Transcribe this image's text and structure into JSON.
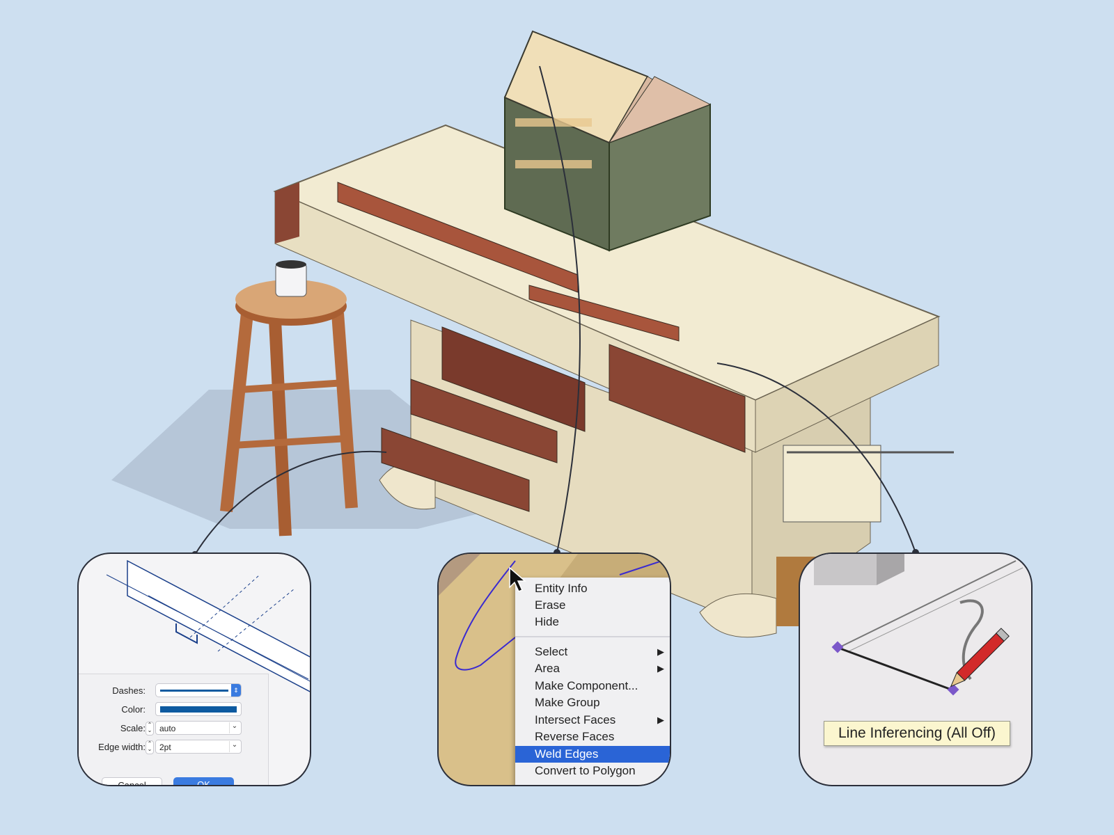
{
  "scene": {
    "description_icon": "workbench-illustration",
    "colors": {
      "background": "#cddff0",
      "bench_top": "#f2ebd2",
      "wood_dark": "#8a4634",
      "accent_blue": "#2a64d6"
    }
  },
  "style_dialog": {
    "dashes_label": "Dashes:",
    "color_label": "Color:",
    "scale_label": "Scale:",
    "scale_value": "auto",
    "edge_width_label": "Edge width:",
    "edge_width_value": "2pt",
    "cancel_label": "Cancel",
    "ok_label": "OK",
    "line_color": "#0d5aa0"
  },
  "context_menu": {
    "items": [
      {
        "label": "Entity Info"
      },
      {
        "label": "Erase"
      },
      {
        "label": "Hide"
      },
      {
        "label": "Select"
      },
      {
        "label": "Area"
      },
      {
        "label": "Make Component..."
      },
      {
        "label": "Make Group"
      },
      {
        "label": "Intersect Faces"
      },
      {
        "label": "Reverse Faces"
      },
      {
        "label": "Weld Edges"
      },
      {
        "label": "Convert to Polygon"
      }
    ],
    "selected": "Weld Edges",
    "submenu_arrow": "▶"
  },
  "inference": {
    "tooltip": "Line Inferencing (All Off)"
  }
}
